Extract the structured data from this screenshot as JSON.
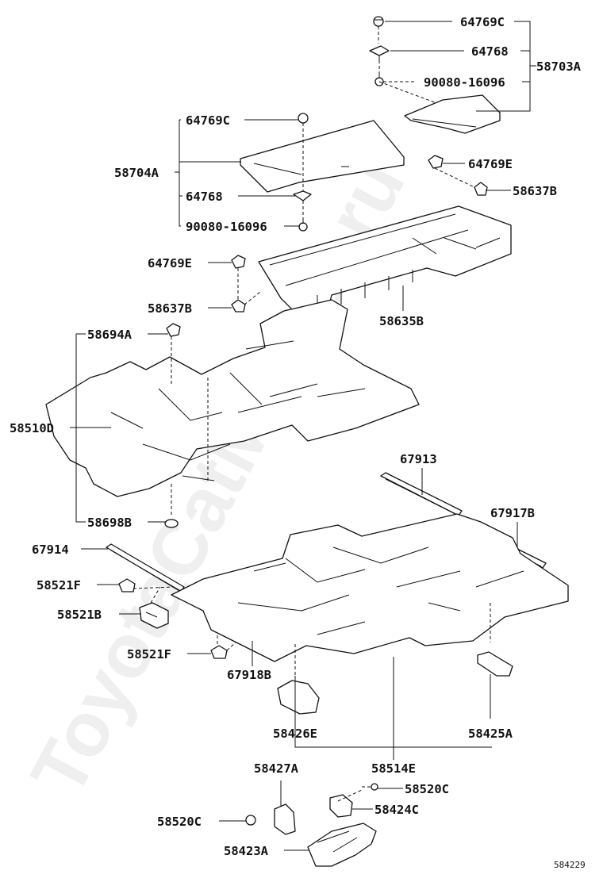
{
  "watermark": "ToyotaCatMaster.ru",
  "diagram_code": "584229",
  "labels": {
    "l58703A": "58703A",
    "l64769C_top": "64769C",
    "l64768_top": "64768",
    "l90080_top": "90080-16096",
    "l58704A": "58704A",
    "l64769C_mid": "64769C",
    "l64768_mid": "64768",
    "l90080_mid": "90080-16096",
    "l64769E_right": "64769E",
    "l58637B_right": "58637B",
    "l64769E_left": "64769E",
    "l58637B_left": "58637B",
    "l58635B": "58635B",
    "l58694A": "58694A",
    "l58510D": "58510D",
    "l58698B": "58698B",
    "l67913": "67913",
    "l67917B": "67917B",
    "l67914": "67914",
    "l58521F_top": "58521F",
    "l58521B": "58521B",
    "l58521F_bot": "58521F",
    "l67918B": "67918B",
    "l58426E": "58426E",
    "l58425A": "58425A",
    "l58514E": "58514E",
    "l58427A": "58427A",
    "l58520C_right": "58520C",
    "l58424C": "58424C",
    "l58520C_left": "58520C",
    "l58423A": "58423A"
  }
}
